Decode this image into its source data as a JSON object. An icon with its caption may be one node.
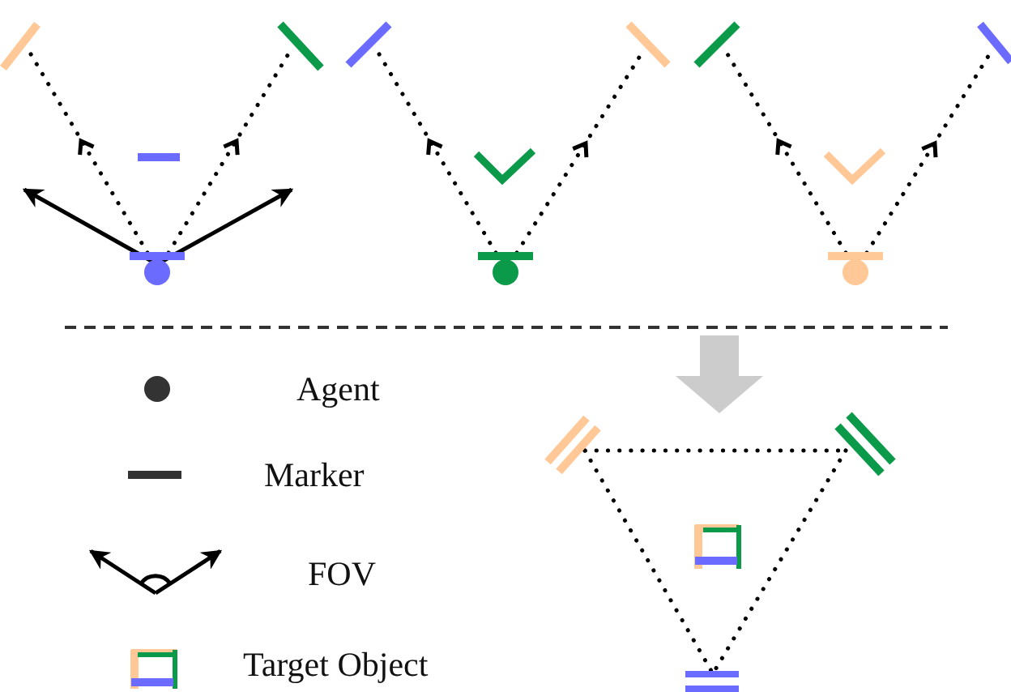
{
  "diagram": {
    "legend": [
      {
        "text": "Agent"
      },
      {
        "text": "Marker"
      },
      {
        "text": "FOV"
      },
      {
        "text": "Target Object"
      }
    ]
  }
}
